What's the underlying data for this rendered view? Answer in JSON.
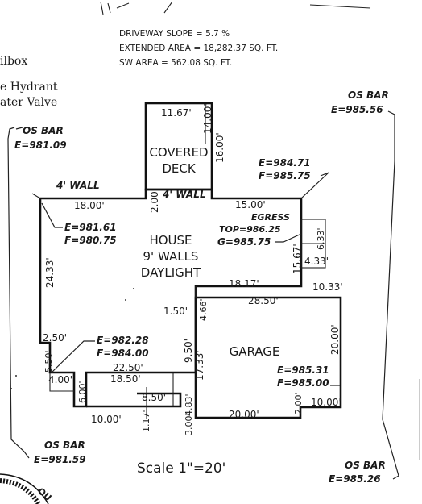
{
  "notes": {
    "driveway_slope": "DRIVEWAY SLOPE = 5.7 %",
    "extended_area": "EXTENDED AREA = 18,282.37 SQ. FT.",
    "sw_area": "SW AREA = 562.08 SQ. FT."
  },
  "legend": {
    "mailbox": "ilbox",
    "fire_hydrant": "e Hydrant",
    "water_valve": "ater Valve"
  },
  "markers": {
    "os_bar_nw": {
      "label": "OS BAR",
      "elev": "E=981.09"
    },
    "os_bar_ne": {
      "label": "OS BAR",
      "elev": "E=985.56"
    },
    "os_bar_sw": {
      "label": "OS BAR",
      "elev": "E=981.59"
    },
    "os_bar_se": {
      "label": "OS BAR",
      "elev": "E=985.26"
    }
  },
  "rooms": {
    "covered_deck_line1": "COVERED",
    "covered_deck_line2": "DECK",
    "house_line1": "HOUSE",
    "house_line2": "9' WALLS",
    "house_line3": "DAYLIGHT",
    "garage": "GARAGE"
  },
  "walls": {
    "wall_left": "4' WALL",
    "wall_mid": "4' WALL"
  },
  "elevations": {
    "deck_e": "E=984.71",
    "deck_f": "F=985.75",
    "house_e": "E=981.61",
    "house_f": "F=980.75",
    "egress": "EGRESS",
    "egress_top": "TOP=986.25",
    "egress_g": "G=985.75",
    "west_e": "E=982.28",
    "west_f": "F=984.00",
    "garage_e": "E=985.31",
    "garage_f": "F=985.00"
  },
  "dimensions": {
    "d_11_67": "11.67'",
    "d_14_00": "14.00'",
    "d_16_00": "16.00'",
    "d_18_00": "18.00'",
    "d_2_00_deck": "2.00'",
    "d_15_00": "15.00'",
    "d_24_33": "24.33'",
    "d_15_67": "15.67'",
    "d_6_33": "6.33'",
    "d_4_33": "4.33'",
    "d_18_17": "18.17'",
    "d_10_33": "10.33'",
    "d_28_50": "28.50'",
    "d_4_66": "4.66'",
    "d_1_50": "1.50'",
    "d_9_50": "9.50'",
    "d_17_33": "17.33'",
    "d_20_00_right": "20.00'",
    "d_2_50": "2.50'",
    "d_5_50": "5.50'",
    "d_22_50": "22.50'",
    "d_4_00": "4.00'",
    "d_18_50": "18.50'",
    "d_6_00": "6.00'",
    "d_4_83": "4.83'",
    "d_8_50": "8.50'",
    "d_10_00_bottom": "10.00'",
    "d_1_17": "1.17'",
    "d_3_00": "3.00'",
    "d_20_00_bottom": "20.00'",
    "d_2_00_garage": "2.00'",
    "d_10_00_garage": "10.00'"
  },
  "scale": "Scale  1\"=20'",
  "compass_fragment": "OU"
}
